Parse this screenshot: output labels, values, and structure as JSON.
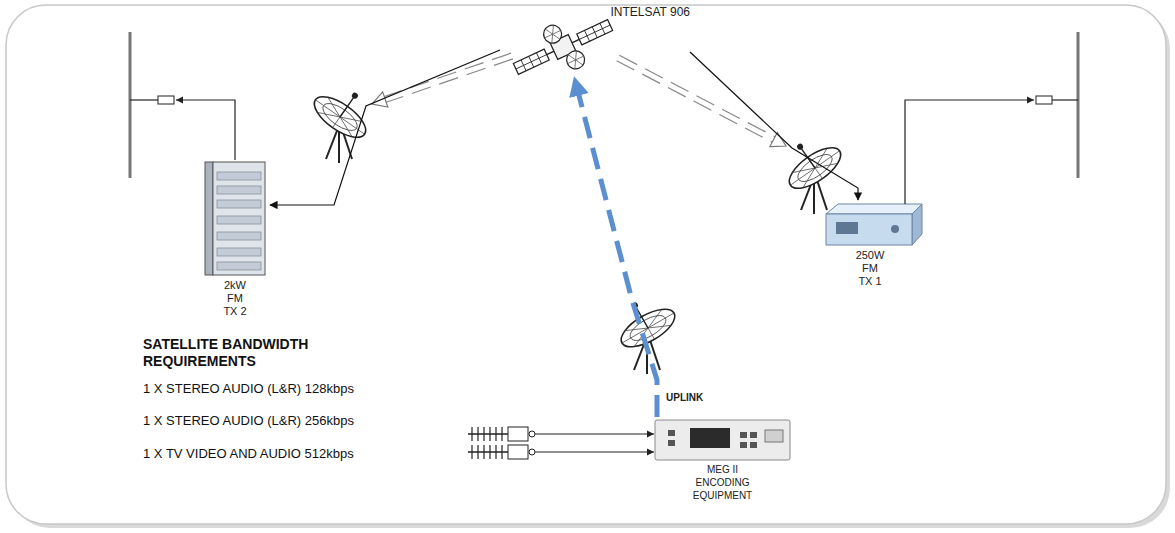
{
  "diagram": {
    "nodes": [
      {
        "text": [
          "INTELSAT 906"
        ]
      },
      {
        "text": [
          "2kW FM TX 2"
        ]
      },
      {
        "text": [
          "250W FM TX 1"
        ]
      },
      {
        "text": [
          "MEG II ENCODING EQUIPMENT"
        ]
      }
    ],
    "edges": [
      {
        "from": 0,
        "to": 1,
        "arrow": "to"
      },
      {
        "from": 0,
        "to": 2,
        "arrow": "to"
      },
      {
        "from": 3,
        "to": 0,
        "label": "UPLINK",
        "arrow": "to"
      }
    ],
    "labels": [
      "SATELLITE BANDWIDTH REQUIREMENTS",
      "1 X STEREO AUDIO (L&R) 128kbps",
      "1 X STEREO AUDIO (L&R) 256kbps",
      "1 X TV VIDEO AND AUDIO 512kbps"
    ]
  }
}
